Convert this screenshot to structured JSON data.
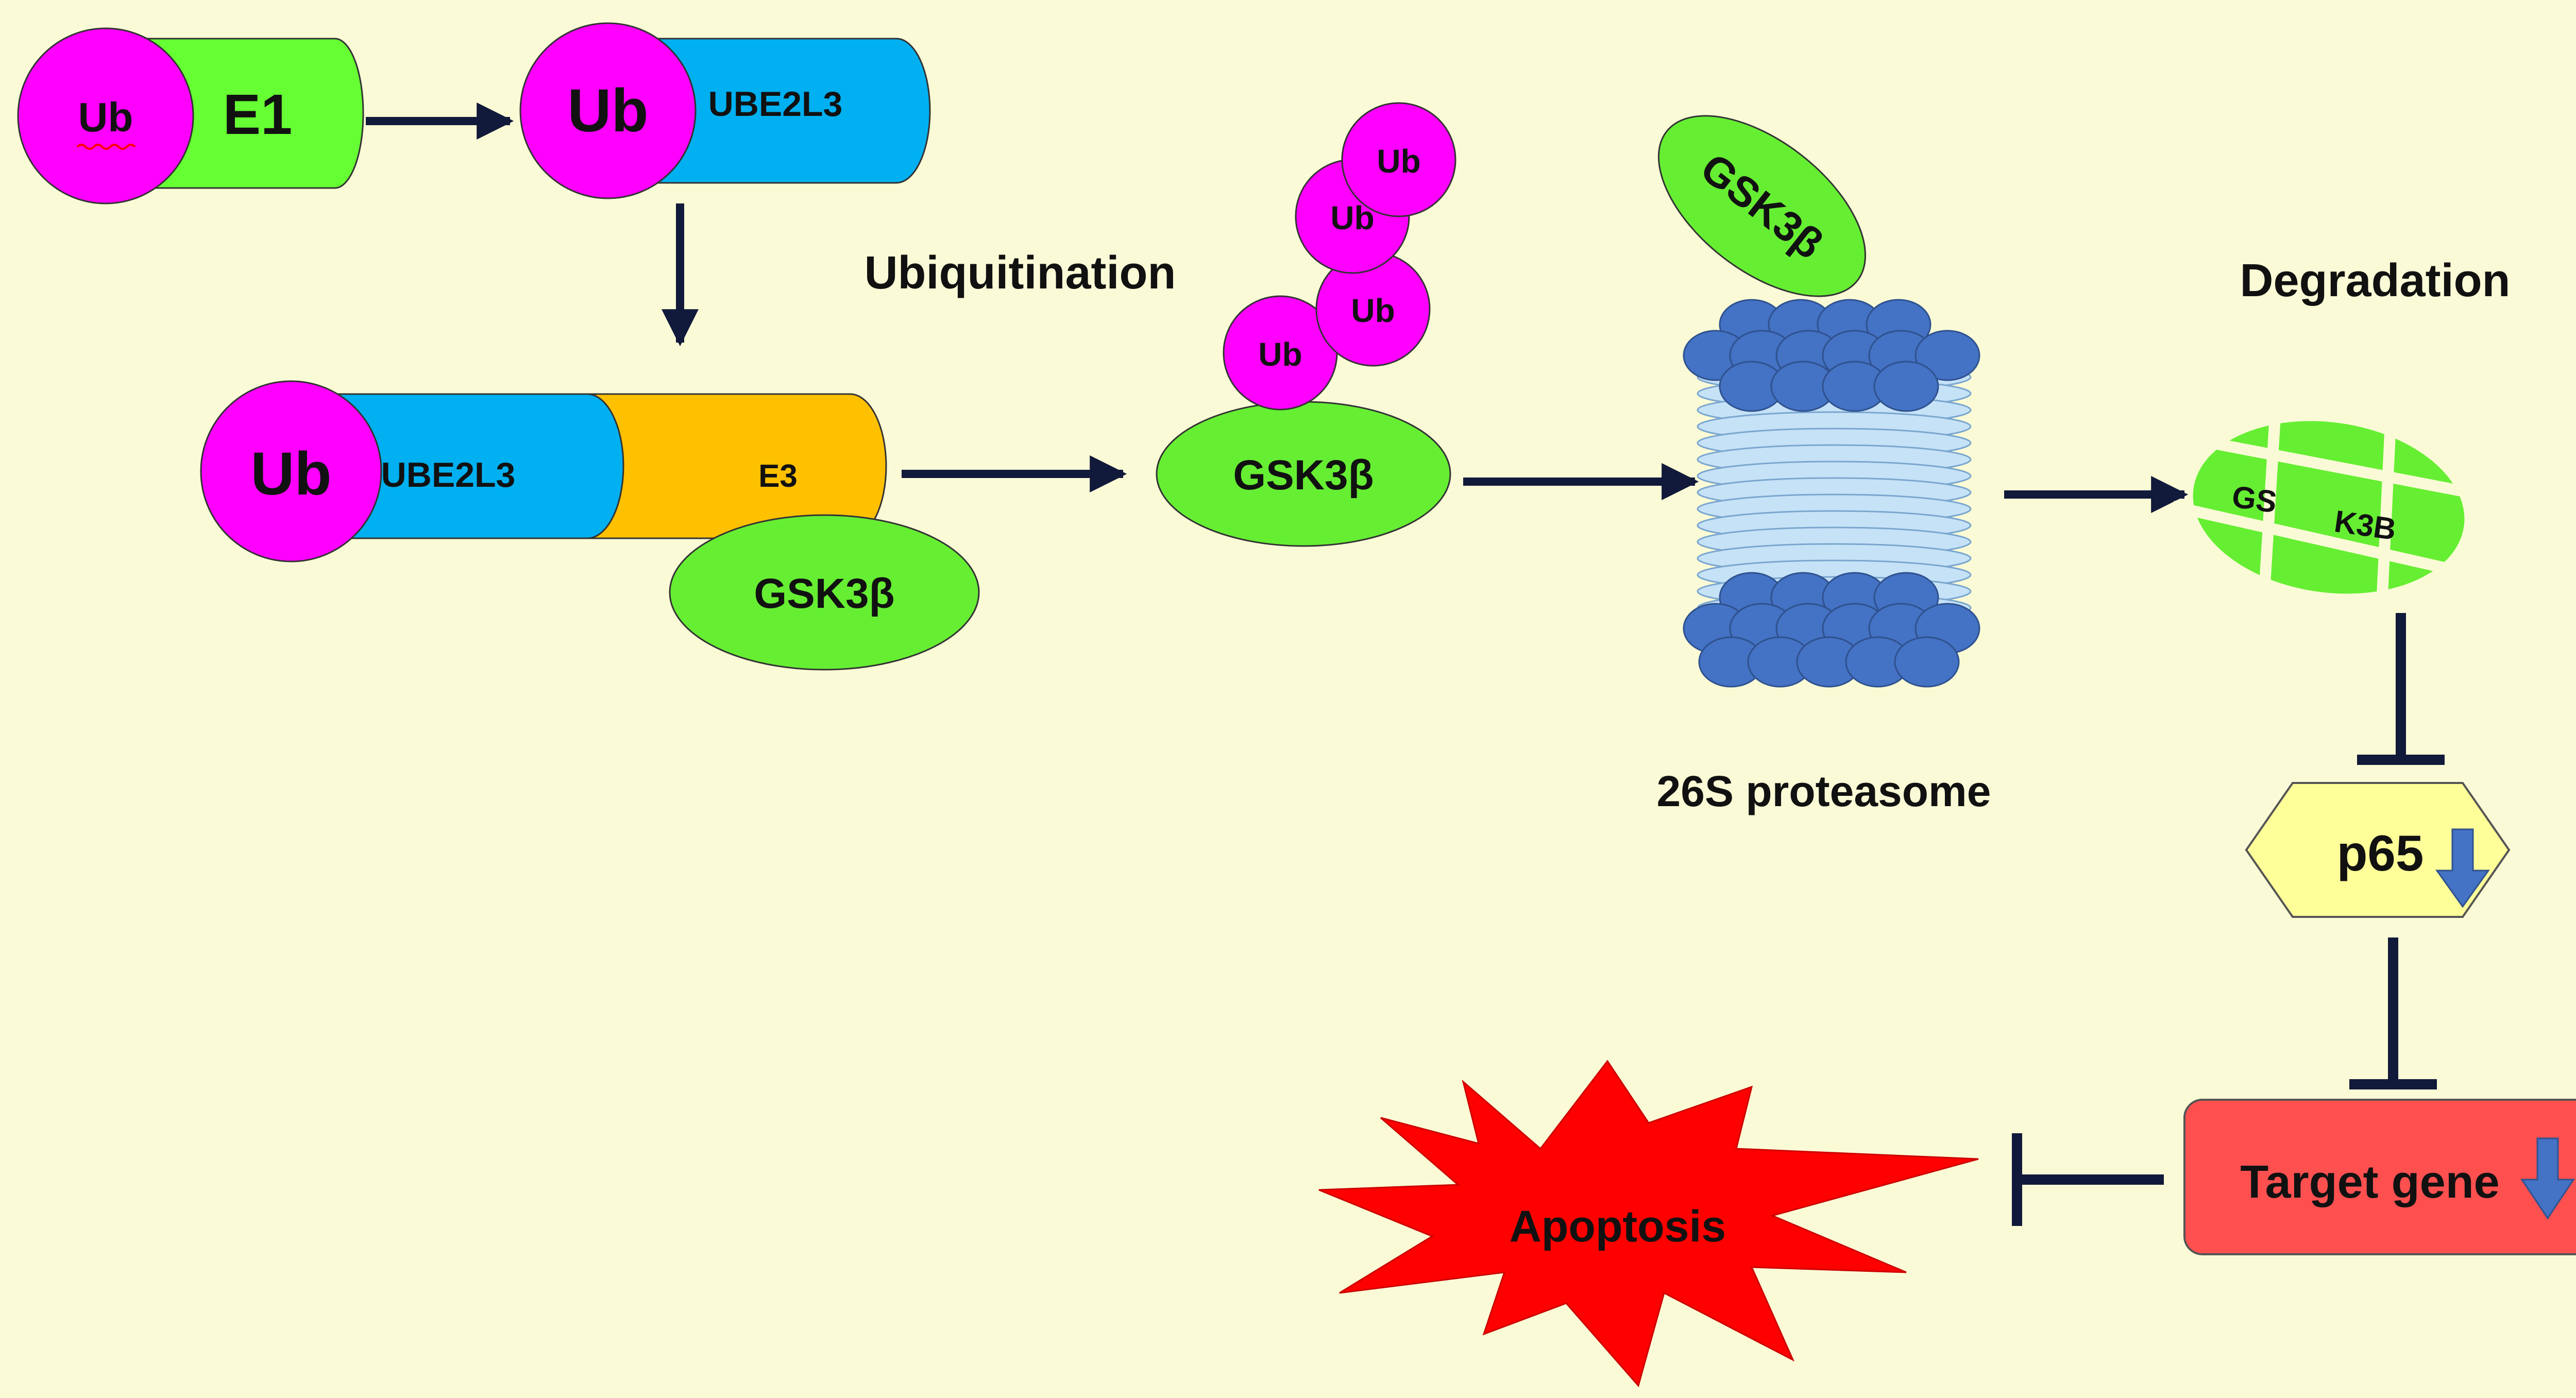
{
  "colors": {
    "background": "#fafbd6",
    "ubiquitin": "#ff00ff",
    "e1": "#66ff33",
    "ube2l3": "#00b0f0",
    "e3": "#ffc000",
    "gsk3b": "#66ee33",
    "proteasome_cap": "#4472c4",
    "proteasome_core": "#c6e2f7",
    "p65": "#ffff99",
    "target_gene": "#ff5050",
    "apoptosis": "#ff0000",
    "down_arrow": "#4472c4",
    "arrow": "#111a3a"
  },
  "complex1": {
    "ub": "Ub",
    "e1": "E1"
  },
  "complex2": {
    "ub": "Ub",
    "e2": "UBE2L3"
  },
  "complex3": {
    "ub": "Ub",
    "e2": "UBE2L3",
    "e3": "E3",
    "substrate": "GSK3β"
  },
  "ubiquitination": {
    "label": "Ubiquitination",
    "chain": [
      "Ub",
      "Ub",
      "Ub",
      "Ub"
    ],
    "substrate": "GSK3β"
  },
  "proteasome": {
    "substrate": "GSK3β",
    "label": "26S proteasome"
  },
  "degradation": {
    "label": "Degradation",
    "fragments": [
      "GS",
      "K3B"
    ]
  },
  "p65": {
    "label": "p65"
  },
  "target_gene": {
    "label": "Target gene"
  },
  "apoptosis": {
    "label": "Apoptosis"
  }
}
